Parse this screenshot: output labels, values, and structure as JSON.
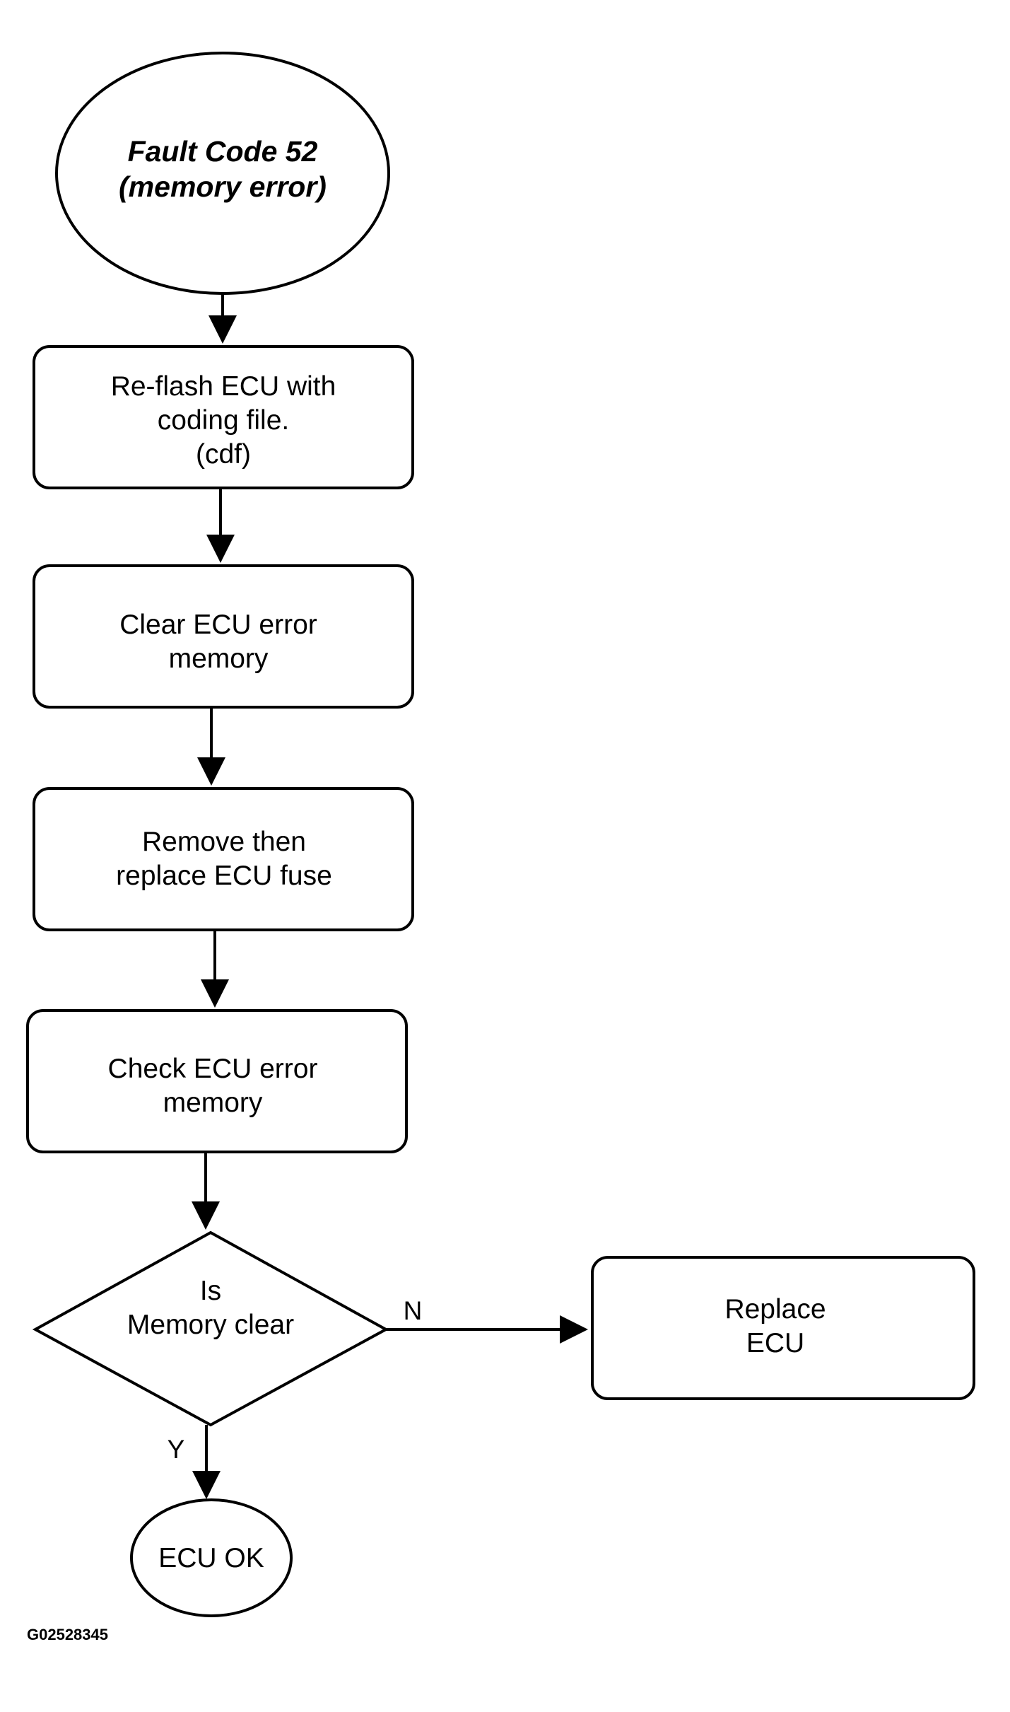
{
  "nodes": {
    "start": {
      "line1": "Fault Code 52",
      "line2": "(memory error)"
    },
    "reflash": {
      "line1": "Re-flash ECU with",
      "line2": "coding file.",
      "line3": "(cdf)"
    },
    "clear_memory": {
      "line1": "Clear ECU error",
      "line2": "memory"
    },
    "fuse": {
      "line1": "Remove then",
      "line2": "replace ECU fuse"
    },
    "check_memory": {
      "line1": "Check ECU error",
      "line2": "memory"
    },
    "decision": {
      "line1": "Is",
      "line2": "Memory clear"
    },
    "replace_ecu": {
      "line1": "Replace",
      "line2": "ECU"
    },
    "ecu_ok": {
      "line1": "ECU OK"
    }
  },
  "edges": {
    "no_label": "N",
    "yes_label": "Y"
  },
  "figure_id": "G02528345"
}
